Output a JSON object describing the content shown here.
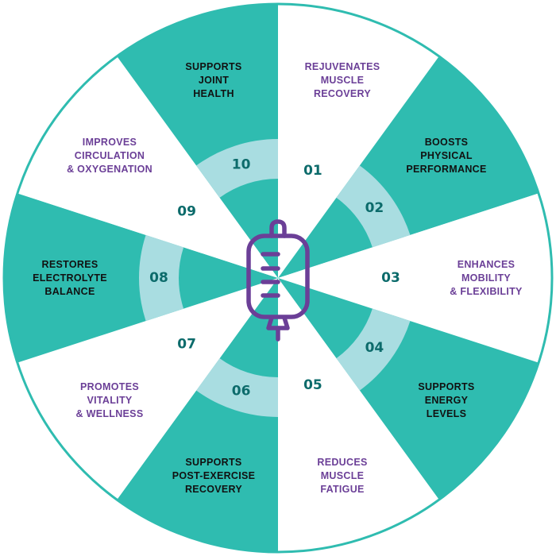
{
  "center_icon": "iv-bag-icon",
  "colors": {
    "teal": "#2fbcb0",
    "light_teal": "#a9dde1",
    "white": "#ffffff",
    "purple": "#6b3f97",
    "dark_teal_text": "#0c6b6b",
    "border": "#2fbcb0",
    "dark_text": "#111111"
  },
  "segments": [
    {
      "number": "01",
      "lines": [
        "REJUVENATES",
        "MUSCLE",
        "RECOVERY"
      ]
    },
    {
      "number": "02",
      "lines": [
        "BOOSTS",
        "PHYSICAL",
        "PERFORMANCE"
      ]
    },
    {
      "number": "03",
      "lines": [
        "ENHANCES",
        "MOBILITY",
        "& FLEXIBILITY"
      ]
    },
    {
      "number": "04",
      "lines": [
        "SUPPORTS",
        "ENERGY",
        "LEVELS"
      ]
    },
    {
      "number": "05",
      "lines": [
        "REDUCES",
        "MUSCLE",
        "FATIGUE"
      ]
    },
    {
      "number": "06",
      "lines": [
        "SUPPORTS",
        "POST-EXERCISE",
        "RECOVERY"
      ]
    },
    {
      "number": "07",
      "lines": [
        "PROMOTES",
        "VITALITY",
        "& WELLNESS"
      ]
    },
    {
      "number": "08",
      "lines": [
        "RESTORES",
        "ELECTROLYTE",
        "BALANCE"
      ]
    },
    {
      "number": "09",
      "lines": [
        "IMPROVES",
        "CIRCULATION",
        "& OXYGENATION"
      ]
    },
    {
      "number": "10",
      "lines": [
        "SUPPORTS",
        "JOINT",
        "HEALTH"
      ]
    }
  ]
}
